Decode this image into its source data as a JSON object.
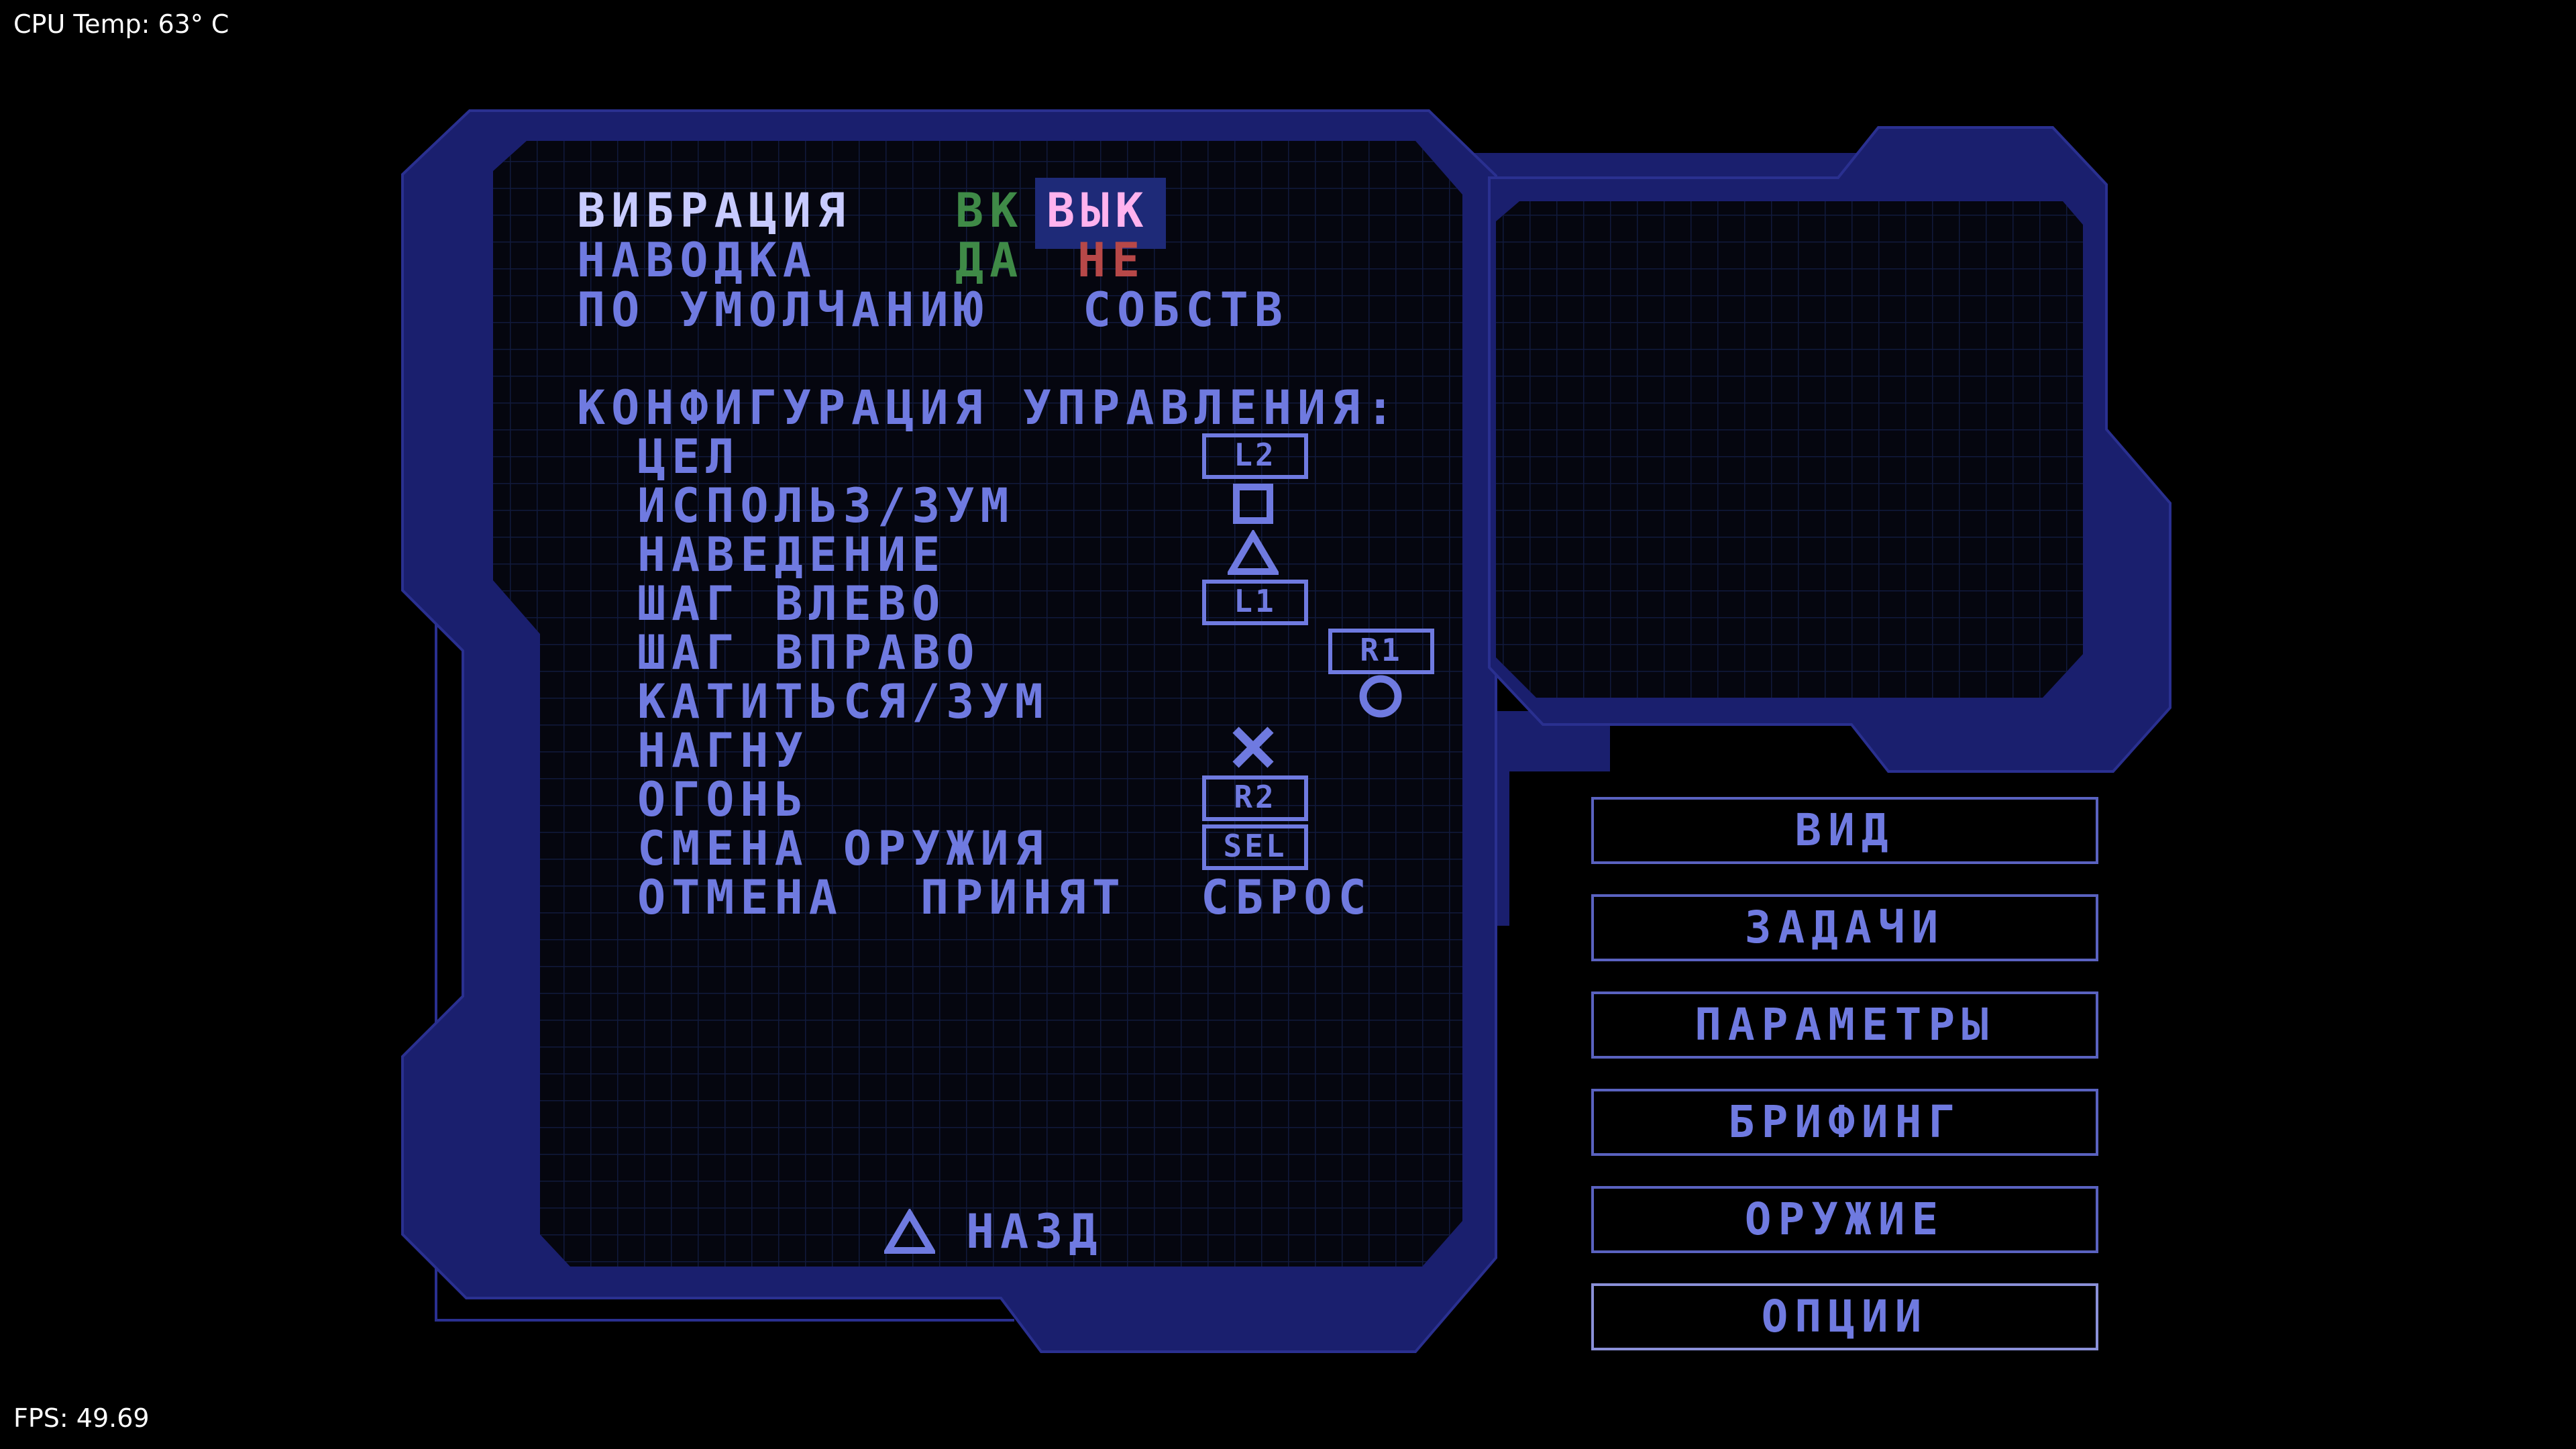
{
  "overlay": {
    "cpu_temp": "CPU Temp: 63° C",
    "fps": "FPS: 49.69"
  },
  "options": {
    "vibration": {
      "label": "ВИБРАЦИЯ",
      "on": "ВК",
      "off": "ВЫК",
      "selected": "off"
    },
    "aiming": {
      "label": "НАВОДКА",
      "yes": "ДА",
      "no": "НЕ"
    },
    "preset": {
      "label": "ПО УМОЛЧАНИЮ",
      "custom": "СОБСТВ"
    }
  },
  "controls": {
    "heading": "КОНФИГУРАЦИЯ УПРАВЛЕНИЯ:",
    "rows": [
      {
        "action": "ЦЕЛ",
        "key": "L2",
        "icon": "l2-button-icon"
      },
      {
        "action": "ИСПОЛЬЗ/ЗУМ",
        "key": "",
        "icon": "square-button-icon"
      },
      {
        "action": "НАВЕДЕНИЕ",
        "key": "",
        "icon": "triangle-button-icon"
      },
      {
        "action": "ШАГ ВЛЕВО",
        "key": "L1",
        "icon": "l1-button-icon"
      },
      {
        "action": "ШАГ ВПРАВО",
        "key": "R1",
        "icon": "r1-button-icon"
      },
      {
        "action": "КАТИТЬСЯ/ЗУМ",
        "key": "",
        "icon": "circle-button-icon"
      },
      {
        "action": "НАГНУ",
        "key": "",
        "icon": "cross-button-icon"
      },
      {
        "action": "ОГОНЬ",
        "key": "R2",
        "icon": "r2-button-icon"
      },
      {
        "action": "СМЕНА ОРУЖИЯ",
        "key": "SEL",
        "icon": "select-button-icon"
      }
    ],
    "cancel": "ОТМЕНА",
    "accept": "ПРИНЯТ",
    "reset": "СБРОС"
  },
  "back": {
    "label": "НАЗД",
    "icon": "triangle-button-icon"
  },
  "menu": {
    "items": [
      {
        "label": "ВИД"
      },
      {
        "label": "ЗАДАЧИ"
      },
      {
        "label": "ПАРАМЕТРЫ"
      },
      {
        "label": "БРИФИНГ"
      },
      {
        "label": "ОРУЖИЕ"
      },
      {
        "label": "ОПЦИИ",
        "selected": true
      }
    ]
  },
  "colors": {
    "frame_fill": "#1a1f6e",
    "frame_edge": "#2a3090",
    "panel_bg": "#05060f",
    "grid": "#111a3c",
    "text": "#6f7ae0",
    "text_light": "#c8cbff",
    "selected_highlight": "#1e2a78"
  }
}
